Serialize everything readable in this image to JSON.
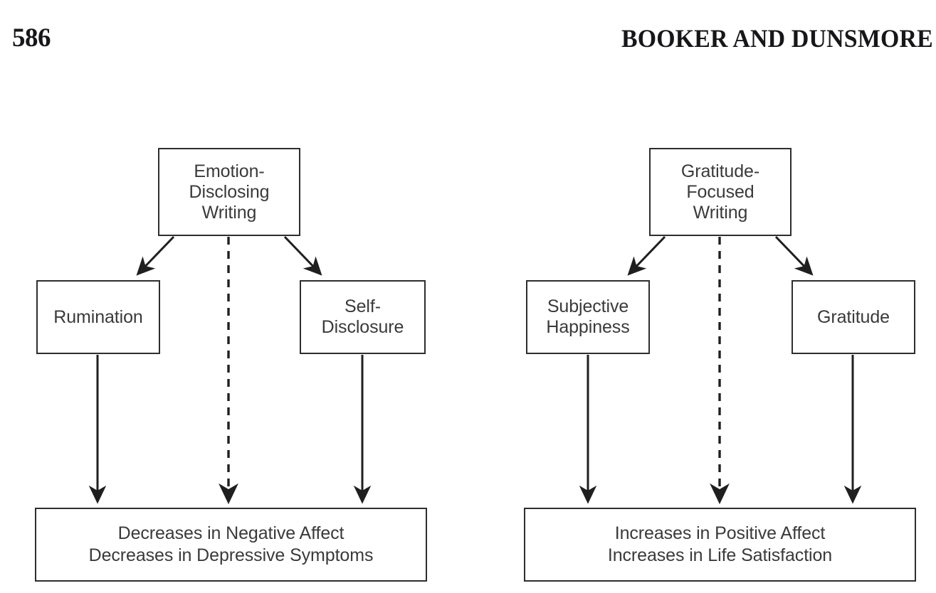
{
  "running_head": {
    "page_number": "586",
    "title": "BOOKER AND DUNSMORE"
  },
  "figure": {
    "panels": [
      {
        "id": "left",
        "nodes": {
          "source": "Emotion-\nDisclosing\nWriting",
          "mediator_left": "Rumination",
          "mediator_right": "Self-\nDisclosure",
          "outcome": "Decreases in Negative Affect\nDecreases in Depressive Symptoms"
        },
        "edges": [
          {
            "from": "source",
            "to": "mediator_left",
            "style": "solid",
            "arrow": "filled"
          },
          {
            "from": "source",
            "to": "mediator_right",
            "style": "solid",
            "arrow": "filled"
          },
          {
            "from": "source",
            "to": "outcome",
            "style": "dashed",
            "arrow": "filled"
          },
          {
            "from": "mediator_left",
            "to": "outcome",
            "style": "solid",
            "arrow": "filled"
          },
          {
            "from": "mediator_right",
            "to": "outcome",
            "style": "solid",
            "arrow": "filled"
          }
        ]
      },
      {
        "id": "right",
        "nodes": {
          "source": "Gratitude-\nFocused\nWriting",
          "mediator_left": "Subjective\nHappiness",
          "mediator_right": "Gratitude",
          "outcome": "Increases in Positive Affect\nIncreases in Life Satisfaction"
        },
        "edges": [
          {
            "from": "source",
            "to": "mediator_left",
            "style": "solid",
            "arrow": "filled"
          },
          {
            "from": "source",
            "to": "mediator_right",
            "style": "solid",
            "arrow": "filled"
          },
          {
            "from": "source",
            "to": "outcome",
            "style": "dashed",
            "arrow": "filled"
          },
          {
            "from": "mediator_left",
            "to": "outcome",
            "style": "solid",
            "arrow": "filled"
          },
          {
            "from": "mediator_right",
            "to": "outcome",
            "style": "solid",
            "arrow": "filled"
          }
        ]
      }
    ],
    "colors": {
      "box_stroke": "#2e2e2e",
      "edge_stroke": "#1f1f1f",
      "text": "#3a3a3a",
      "background": "#ffffff"
    }
  }
}
